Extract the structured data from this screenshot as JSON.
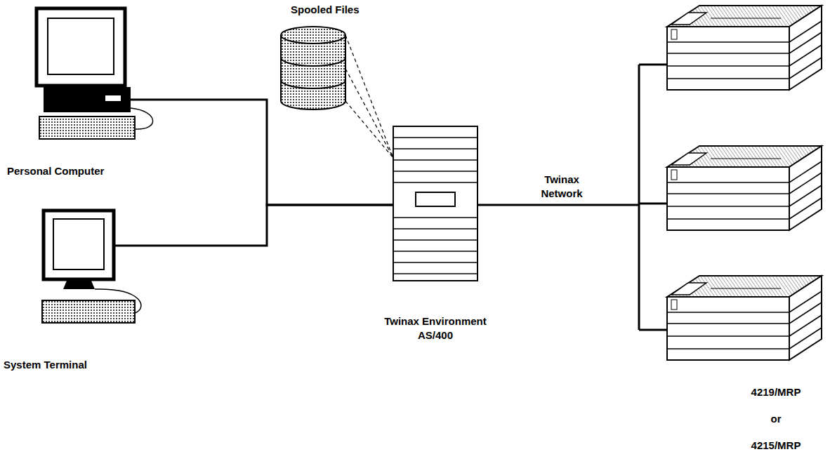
{
  "diagram": {
    "nodes": [
      {
        "text": [
          "Personal Computer"
        ]
      },
      {
        "text": [
          "Spooled Files"
        ]
      },
      {
        "text": [
          "System Terminal"
        ]
      },
      {
        "text": [
          "Twinax Environment AS/400"
        ]
      }
    ],
    "edges": [
      {
        "from": 0,
        "to": 3,
        "arrow": "none"
      },
      {
        "from": 1,
        "to": 3,
        "arrow": "none"
      },
      {
        "from": 2,
        "to": 3,
        "arrow": "none"
      }
    ],
    "labels": [
      "Twinax Network",
      "4219/MRP or 4215/MRP"
    ]
  }
}
